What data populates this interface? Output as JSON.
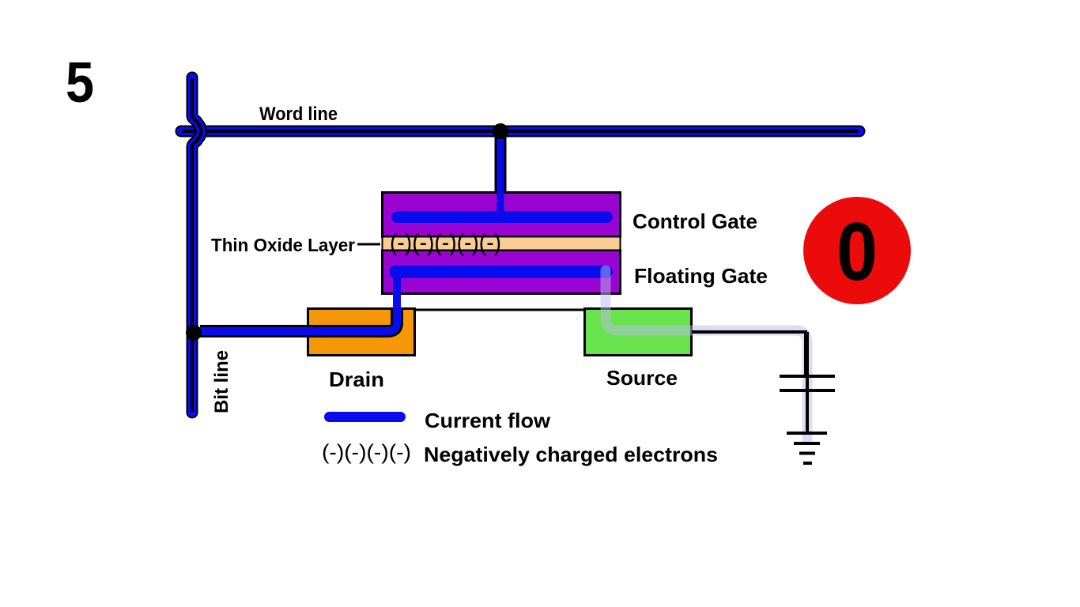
{
  "step_number": "5",
  "bit_value": "0",
  "labels": {
    "word_line": "Word line",
    "bit_line": "Bit line",
    "thin_oxide_layer": "Thin Oxide Layer",
    "control_gate": "Control Gate",
    "floating_gate": "Floating Gate",
    "drain": "Drain",
    "source": "Source"
  },
  "electrons_row": "(-)(-)(-)(-)(-)",
  "legend": {
    "current_flow_label": "Current flow",
    "electrons_symbol": "(-)(-)(-)(-)",
    "electrons_label": "Negatively charged electrons"
  },
  "colors": {
    "background": "#FFFFFF",
    "current_blue": "#0A0AEF",
    "line_core_black": "#000000",
    "gate_purple": "#9A04D2",
    "oxide_peach": "#FACD96",
    "drain_orange": "#F69609",
    "source_green": "#68E24D",
    "source_trace_lavender": "#B9B9E8",
    "bit_indicator_red": "#EB0B0B",
    "bit_indicator_text": "#FFFFFF",
    "label_black": "#000000"
  }
}
